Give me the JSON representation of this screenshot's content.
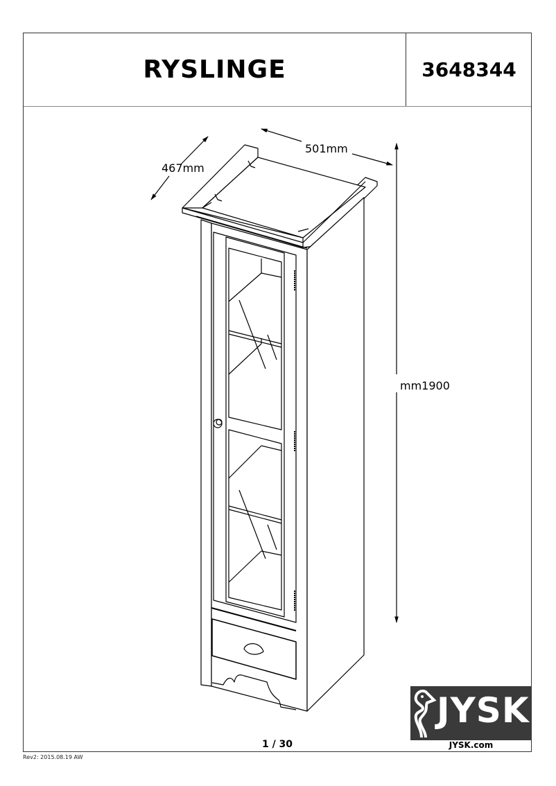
{
  "header": {
    "product_name": "RYSLINGE",
    "product_code": "3648344"
  },
  "illustration": {
    "subject": "tall-display-cabinet-with-glass-door-and-drawer",
    "dimensions": {
      "depth": "467mm",
      "width": "501mm",
      "height": "mm1900"
    }
  },
  "logo": {
    "brand": "JYSK",
    "url": "JYSK.com",
    "background": "#3a3a3a"
  },
  "footer": {
    "page": "1 /  30",
    "revision": "Rev2: 2015.08.19 AW"
  }
}
